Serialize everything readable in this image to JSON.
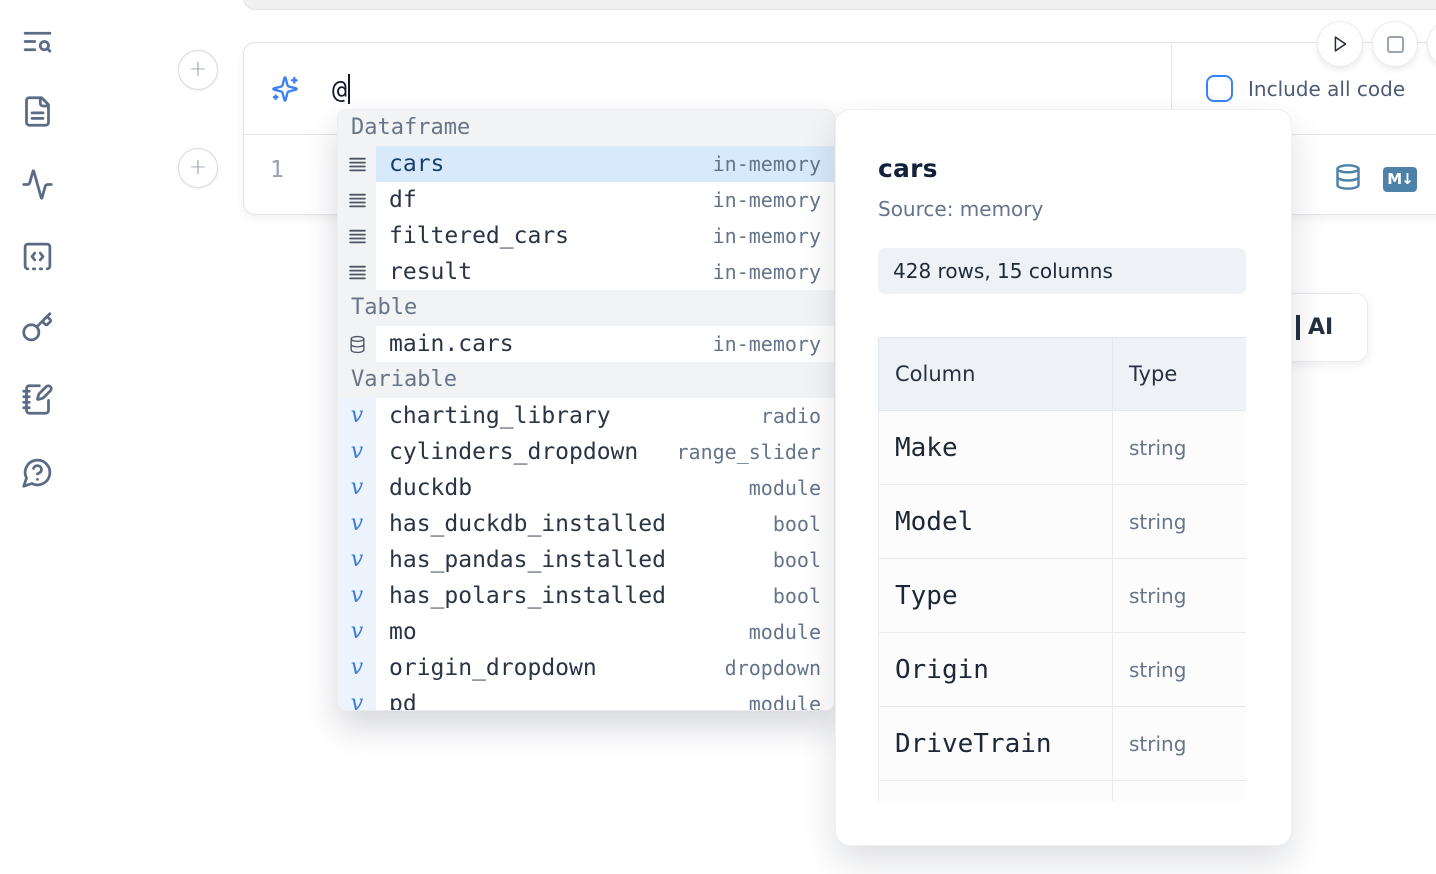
{
  "sidebar": {
    "items": [
      {
        "icon": "toc-search-icon"
      },
      {
        "icon": "file-document-icon"
      },
      {
        "icon": "activity-icon"
      },
      {
        "icon": "code-square-icon"
      },
      {
        "icon": "key-icon"
      },
      {
        "icon": "scratchpad-icon"
      },
      {
        "icon": "help-chat-icon"
      }
    ]
  },
  "cell": {
    "prompt_value": "@",
    "include_all_code_label": "Include all code",
    "line_number": "1",
    "markdown_badge": "M↓"
  },
  "ai_button": {
    "label": "AI"
  },
  "autocomplete": {
    "sections": [
      {
        "label": "Dataframe",
        "kind": "dataframe",
        "items": [
          {
            "name": "cars",
            "type": "in-memory",
            "icon": "dataframe",
            "selected": true
          },
          {
            "name": "df",
            "type": "in-memory",
            "icon": "dataframe",
            "selected": false
          },
          {
            "name": "filtered_cars",
            "type": "in-memory",
            "icon": "dataframe",
            "selected": false
          },
          {
            "name": "result",
            "type": "in-memory",
            "icon": "dataframe",
            "selected": false
          }
        ]
      },
      {
        "label": "Table",
        "kind": "table",
        "items": [
          {
            "name": "main.cars",
            "type": "in-memory",
            "icon": "database",
            "selected": false
          }
        ]
      },
      {
        "label": "Variable",
        "kind": "variable",
        "items": [
          {
            "name": "charting_library",
            "type": "radio",
            "icon": "variable",
            "selected": false
          },
          {
            "name": "cylinders_dropdown",
            "type": "range_slider",
            "icon": "variable",
            "selected": false
          },
          {
            "name": "duckdb",
            "type": "module",
            "icon": "variable",
            "selected": false
          },
          {
            "name": "has_duckdb_installed",
            "type": "bool",
            "icon": "variable",
            "selected": false
          },
          {
            "name": "has_pandas_installed",
            "type": "bool",
            "icon": "variable",
            "selected": false
          },
          {
            "name": "has_polars_installed",
            "type": "bool",
            "icon": "variable",
            "selected": false
          },
          {
            "name": "mo",
            "type": "module",
            "icon": "variable",
            "selected": false
          },
          {
            "name": "origin_dropdown",
            "type": "dropdown",
            "icon": "variable",
            "selected": false
          },
          {
            "name": "pd",
            "type": "module",
            "icon": "variable",
            "selected": false
          }
        ]
      }
    ]
  },
  "preview": {
    "title": "cars",
    "source_label": "Source: memory",
    "stats": "428 rows, 15 columns",
    "table": {
      "headers": [
        "Column",
        "Type"
      ],
      "rows": [
        {
          "column": "Make",
          "type": "string"
        },
        {
          "column": "Model",
          "type": "string"
        },
        {
          "column": "Type",
          "type": "string"
        },
        {
          "column": "Origin",
          "type": "string"
        },
        {
          "column": "DriveTrain",
          "type": "string"
        }
      ]
    }
  },
  "colors": {
    "accent_blue": "#3b82f6",
    "selection_blue": "#d8e9fb",
    "tool_icon_blue": "#4e81a8",
    "sidebar_icon": "#5b6b85"
  }
}
